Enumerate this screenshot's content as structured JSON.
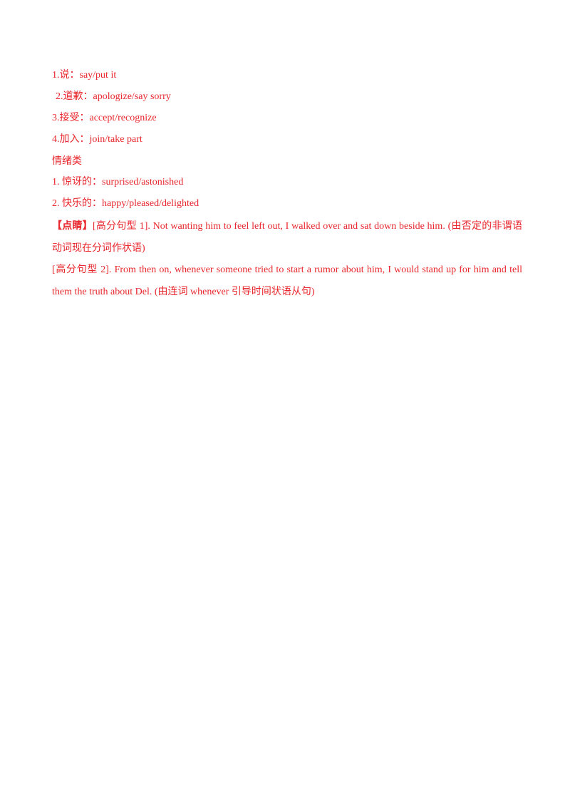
{
  "document": {
    "lines": [
      "1.说：say/put it",
      "2.道歉：apologize/say sorry",
      "3.接受：accept/recognize",
      "4.加入：join/take part",
      "情绪类",
      "1.  惊讶的：surprised/astonished",
      "2.  快乐的：happy/pleased/delighted"
    ],
    "tip": {
      "label": "【点睛】",
      "sentence1": "[高分句型 1]. Not wanting him to feel left out, I walked over and sat down beside him. (由否定的非谓语动词现在分词作状语)",
      "sentence2": "[高分句型 2]. From then on, whenever someone tried to start a rumor about him, I would stand up for him and tell them the truth about Del. (由连词 whenever 引导时间状语从句)"
    }
  },
  "colors": {
    "text": "#e8262c",
    "background": "#ffffff"
  }
}
